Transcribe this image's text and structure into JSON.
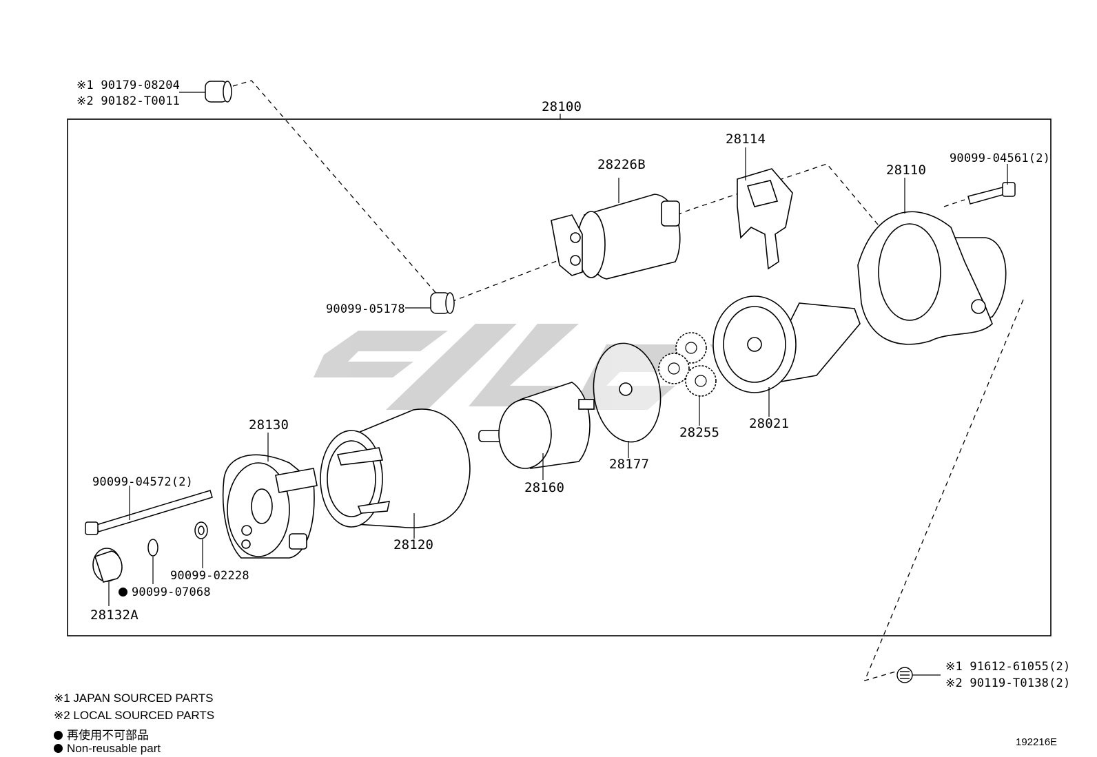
{
  "labels": {
    "p28100": "28100",
    "p28226b": "28226B",
    "p28114": "28114",
    "p28110": "28110",
    "bolt_04561": "90099-04561(2)",
    "nut_05178": "90099-05178",
    "p28021": "28021",
    "p28255": "28255",
    "p28177": "28177",
    "p28160": "28160",
    "p28120": "28120",
    "p28130": "28130",
    "bolt_04572": "90099-04572(2)",
    "washer_02228": "90099-02228",
    "ring_07068": "90099-07068",
    "p28132a": "28132A",
    "top_nut_1": "※1 90179-08204",
    "top_nut_2": "※2 90182-T0011",
    "screw_1": "※1 91612-61055(2)",
    "screw_2": "※2 90119-T0138(2)"
  },
  "legend": {
    "japan": "※1 JAPAN SOURCED PARTS",
    "local": "※2 LOCAL SOURCED PARTS",
    "non_reusable_jp": "再使用不可部品",
    "non_reusable_en": "Non-reusable part"
  },
  "figure_ref": "192216E",
  "colors": {
    "line": "#000000",
    "watermark": "#c8c8c8"
  }
}
